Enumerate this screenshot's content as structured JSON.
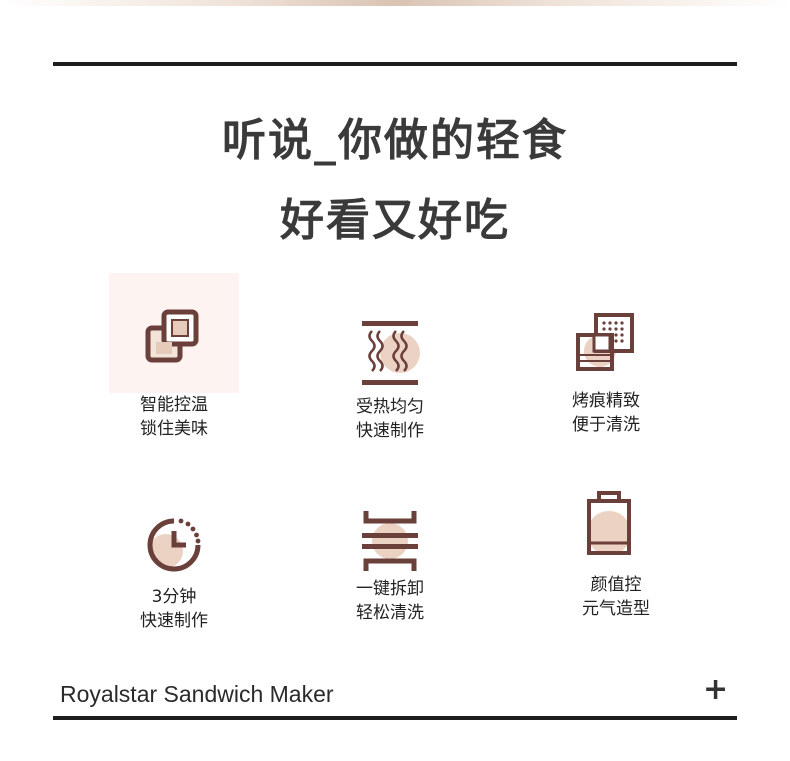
{
  "headline": {
    "line1": "听说_你做的轻食",
    "line2": "好看又好吃"
  },
  "features": [
    {
      "icon": "temperature-control-icon",
      "line1": "智能控温",
      "line2": "锁住美味"
    },
    {
      "icon": "even-heating-icon",
      "line1": "受热均匀",
      "line2": "快速制作"
    },
    {
      "icon": "grill-mark-icon",
      "line1": "烤痕精致",
      "line2": "便于清洗"
    },
    {
      "icon": "timer-icon",
      "line1": "3分钟",
      "line2": "快速制作"
    },
    {
      "icon": "detachable-plate-icon",
      "line1": "一键拆卸",
      "line2": "轻松清洗"
    },
    {
      "icon": "bag-icon",
      "line1": "颜值控",
      "line2": "元气造型"
    }
  ],
  "footer": {
    "title": "Royalstar  Sandwich Maker",
    "expand_symbol": "+"
  },
  "colors": {
    "icon_stroke": "#6b3f3a",
    "icon_accent": "#ecd2c3"
  }
}
